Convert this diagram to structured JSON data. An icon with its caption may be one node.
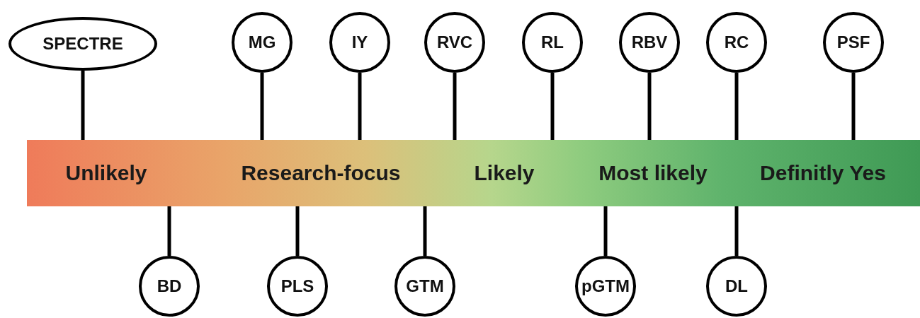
{
  "diagram": {
    "nodes": [
      {
        "text": [
          "SPECTRE"
        ]
      },
      {
        "text": [
          "MG"
        ]
      },
      {
        "text": [
          "IY"
        ]
      },
      {
        "text": [
          "RVC"
        ]
      },
      {
        "text": [
          "RL"
        ]
      },
      {
        "text": [
          "RBV"
        ]
      },
      {
        "text": [
          "RC"
        ]
      },
      {
        "text": [
          "PSF"
        ]
      },
      {
        "text": [
          "Unlikely",
          "Research-focus",
          "Likely",
          "Most likely",
          "Definitly Yes"
        ]
      },
      {
        "text": [
          "BD"
        ]
      },
      {
        "text": [
          "PLS"
        ]
      },
      {
        "text": [
          "GTM"
        ]
      },
      {
        "text": [
          "pGTM"
        ]
      },
      {
        "text": [
          "DL"
        ]
      }
    ],
    "edges": [
      {
        "from": 0,
        "to": 8,
        "arrow": "none"
      },
      {
        "from": 1,
        "to": 8,
        "arrow": "none"
      },
      {
        "from": 2,
        "to": 8,
        "arrow": "none"
      },
      {
        "from": 3,
        "to": 8,
        "arrow": "none"
      },
      {
        "from": 4,
        "to": 8,
        "arrow": "none"
      },
      {
        "from": 5,
        "to": 8,
        "arrow": "none"
      },
      {
        "from": 6,
        "to": 8,
        "arrow": "none"
      },
      {
        "from": 7,
        "to": 8,
        "arrow": "none"
      },
      {
        "from": 9,
        "to": 8,
        "arrow": "none"
      },
      {
        "from": 10,
        "to": 8,
        "arrow": "none"
      },
      {
        "from": 11,
        "to": 8,
        "arrow": "none"
      },
      {
        "from": 12,
        "to": 8,
        "arrow": "none"
      },
      {
        "from": 13,
        "to": 8,
        "arrow": "none"
      }
    ]
  }
}
